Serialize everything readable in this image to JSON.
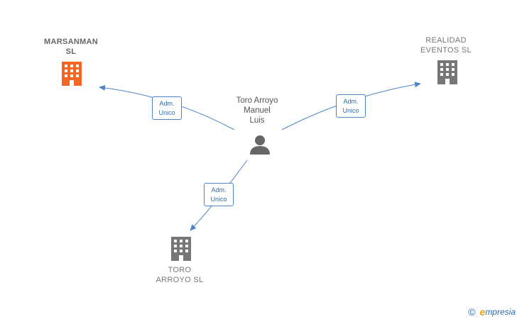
{
  "person": {
    "name": "Toro Arroyo\nManuel\nLuis"
  },
  "companies": [
    {
      "id": "marsanman",
      "name": "MARSANMAN\nSL",
      "color": "#f26522"
    },
    {
      "id": "realidad",
      "name": "REALIDAD\nEVENTOS  SL",
      "color": "#777777"
    },
    {
      "id": "toro",
      "name": "TORO\nARROYO  SL",
      "color": "#777777"
    }
  ],
  "relations": [
    {
      "role_line1": "Adm.",
      "role_line2": "Unico",
      "target": "marsanman"
    },
    {
      "role_line1": "Adm.",
      "role_line2": "Unico",
      "target": "realidad"
    },
    {
      "role_line1": "Adm.",
      "role_line2": "Unico",
      "target": "toro"
    }
  ],
  "colors": {
    "edge": "#4a86c8",
    "person_icon": "#666666"
  },
  "footer": {
    "copyright_symbol": "©",
    "brand_initial": "e",
    "brand_rest": "mpresia"
  }
}
